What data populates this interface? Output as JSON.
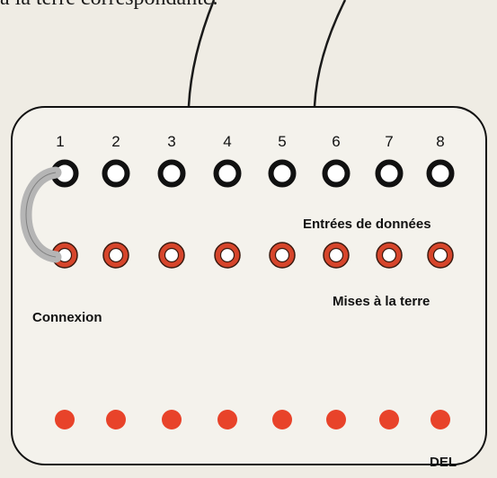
{
  "caption": "à la terre correspondante.",
  "panel": {
    "numbers": [
      "1",
      "2",
      "3",
      "4",
      "5",
      "6",
      "7",
      "8"
    ],
    "data_inputs_label": "Entrées de données",
    "ground_label": "Mises à la terre",
    "connection_label": "Connexion",
    "led_label": "DEL"
  },
  "colors": {
    "data_socket": "#111111",
    "ground_socket": "#d6452b",
    "led": "#e8432a",
    "connector": "#b5b5b5",
    "panel_border": "#111111"
  }
}
